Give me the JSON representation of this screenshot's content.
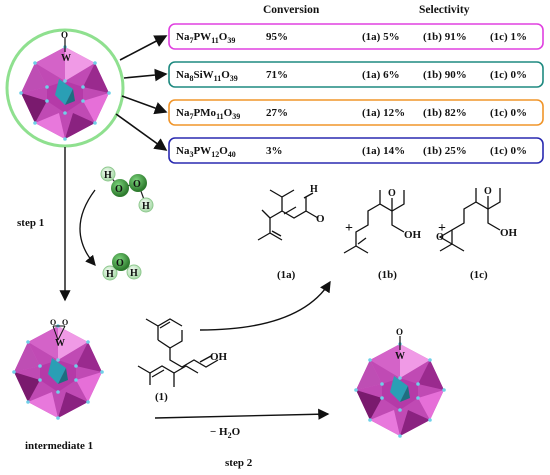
{
  "header": {
    "conversion": "Conversion",
    "selectivity": "Selectivity"
  },
  "catalysts": [
    {
      "formula": [
        [
          "Na",
          ""
        ],
        [
          "7",
          ""
        ],
        [
          "PW",
          ""
        ],
        [
          "11",
          ""
        ],
        [
          "O",
          ""
        ],
        [
          "39",
          ""
        ]
      ],
      "conversion": "95%",
      "sel_1a": "(1a) 5%",
      "sel_1b": "(1b) 91%",
      "sel_1c": "(1c) 1%",
      "border": "#e040e0"
    },
    {
      "formula": [
        [
          "Na",
          ""
        ],
        [
          "8",
          ""
        ],
        [
          "SiW",
          ""
        ],
        [
          "11",
          ""
        ],
        [
          "O",
          ""
        ],
        [
          "39",
          ""
        ]
      ],
      "conversion": "71%",
      "sel_1a": "(1a) 6%",
      "sel_1b": "(1b) 90%",
      "sel_1c": "(1c) 0%",
      "border": "#1f8a80"
    },
    {
      "formula": [
        [
          "Na",
          ""
        ],
        [
          "7",
          ""
        ],
        [
          "PMo",
          ""
        ],
        [
          "11",
          ""
        ],
        [
          "O",
          ""
        ],
        [
          "39",
          ""
        ]
      ],
      "conversion": "27%",
      "sel_1a": "(1a) 12%",
      "sel_1b": "(1b) 82%",
      "sel_1c": "(1c) 0%",
      "border": "#f0952a"
    },
    {
      "formula": [
        [
          "Na",
          ""
        ],
        [
          "3",
          ""
        ],
        [
          "PW",
          ""
        ],
        [
          "12",
          ""
        ],
        [
          "O",
          ""
        ],
        [
          "40",
          ""
        ]
      ],
      "conversion": "3%",
      "sel_1a": "(1a) 14%",
      "sel_1b": "(1b) 25%",
      "sel_1c": "(1c) 0%",
      "border": "#2a2ab0"
    }
  ],
  "labels": {
    "step1": "step 1",
    "step2": "step 2",
    "intermediate": "intermediate 1",
    "minus_h2o": "− H",
    "minus_h2o_sub": "2",
    "minus_h2o_end": "O",
    "prod_1a": "(1a)",
    "prod_1b": "(1b)",
    "prod_1c": "(1c)",
    "reactant": "(1)",
    "plus": "+",
    "oh": "OH",
    "h": "H",
    "o": "O",
    "w": "W"
  },
  "colors": {
    "polyhedron_light": "#e66fd8",
    "polyhedron_mid": "#c04ab4",
    "polyhedron_dark": "#7a1a6e",
    "tetra": "#2a9fb5",
    "halo": "#7de07d",
    "oxygen_green": "#3a9a3a"
  },
  "icons": [
    "polyoxometalate-cluster-icon",
    "hydrogen-peroxide-molecule-icon",
    "water-molecule-icon"
  ]
}
